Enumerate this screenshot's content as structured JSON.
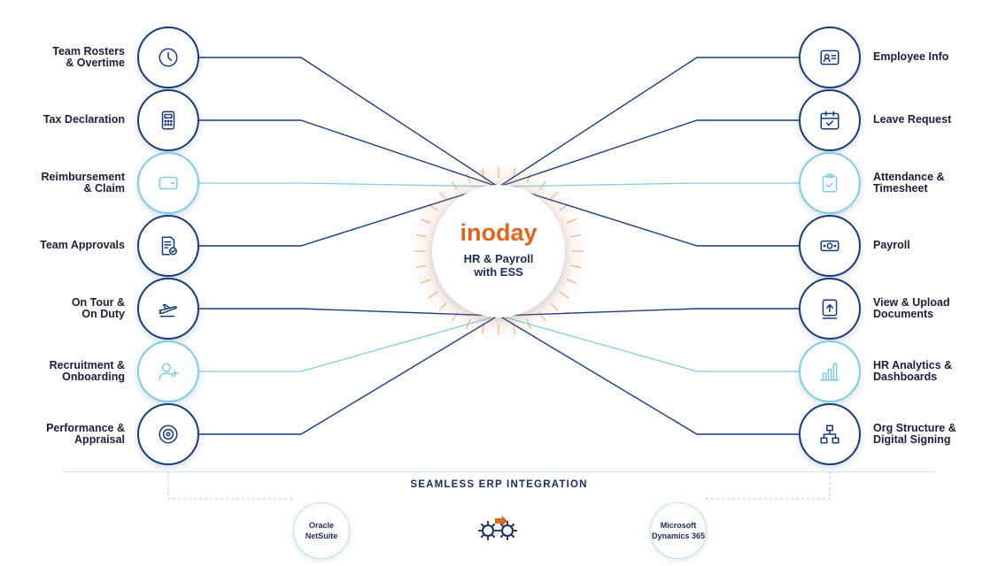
{
  "hub": {
    "brand": "inoday",
    "subtitle": "HR & Payroll\nwith ESS"
  },
  "left_modules": [
    {
      "label": "Team Rosters\n& Overtime",
      "icon": "clock-icon",
      "style": "dark"
    },
    {
      "label": "Tax Declaration",
      "icon": "calculator-icon",
      "style": "dark"
    },
    {
      "label": "Reimbursement\n& Claim",
      "icon": "wallet-card-icon",
      "style": "light"
    },
    {
      "label": "Team Approvals",
      "icon": "approved-document-icon",
      "style": "dark"
    },
    {
      "label": "On Tour &\nOn Duty",
      "icon": "airplane-icon",
      "style": "dark"
    },
    {
      "label": "Recruitment &\nOnboarding",
      "icon": "add-user-icon",
      "style": "light"
    },
    {
      "label": "Performance &\nAppraisal",
      "icon": "target-icon",
      "style": "dark"
    }
  ],
  "right_modules": [
    {
      "label": "Employee Info",
      "icon": "id-card-icon",
      "style": "dark"
    },
    {
      "label": "Leave Request",
      "icon": "calendar-check-icon",
      "style": "dark"
    },
    {
      "label": "Attendance &\nTimesheet",
      "icon": "clipboard-check-icon",
      "style": "light"
    },
    {
      "label": "Payroll",
      "icon": "money-bill-icon",
      "style": "dark"
    },
    {
      "label": "View & Upload\nDocuments",
      "icon": "upload-document-icon",
      "style": "dark"
    },
    {
      "label": "HR Analytics &\nDashboards",
      "icon": "bar-chart-icon",
      "style": "light"
    },
    {
      "label": "Org Structure &\nDigital Signing",
      "icon": "org-chart-icon",
      "style": "dark"
    }
  ],
  "erp": {
    "title": "SEAMLESS ERP INTEGRATION",
    "left": "Oracle\nNetSuite",
    "right": "Microsoft\nDynamics 365",
    "center_icon": "gears-icon"
  },
  "colors": {
    "dark": "#173c7a",
    "light": "#7ccfe0",
    "brand": "#e0651f",
    "text": "#1a1f3a"
  }
}
